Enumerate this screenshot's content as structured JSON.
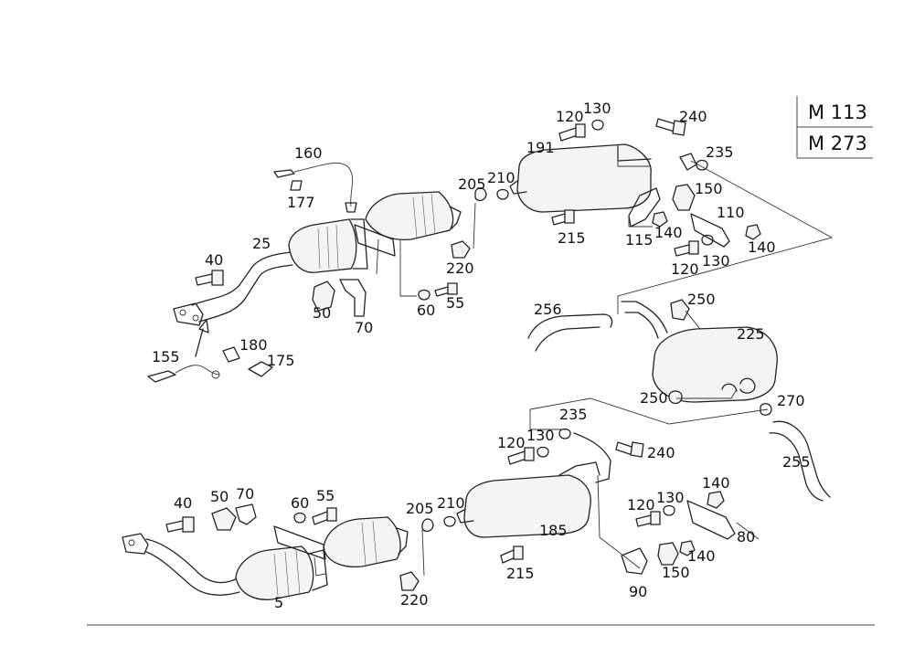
{
  "engine_labels": [
    "M 113",
    "M 273"
  ],
  "callouts": {
    "c5": "5",
    "c25": "25",
    "c40a": "40",
    "c40b": "40",
    "c50a": "50",
    "c50b": "50",
    "c55a": "55",
    "c55b": "55",
    "c60a": "60",
    "c60b": "60",
    "c70a": "70",
    "c70b": "70",
    "c80": "80",
    "c90": "90",
    "c110": "110",
    "c115": "115",
    "c120a": "120",
    "c120b": "120",
    "c120c": "120",
    "c120d": "120",
    "c130a": "130",
    "c130b": "130",
    "c130c": "130",
    "c130d": "130",
    "c140a": "140",
    "c140b": "140",
    "c140c": "140",
    "c140d": "140",
    "c150a": "150",
    "c150b": "150",
    "c155": "155",
    "c160": "160",
    "c175": "175",
    "c177": "177",
    "c180": "180",
    "c185": "185",
    "c191": "191",
    "c205a": "205",
    "c205b": "205",
    "c210a": "210",
    "c210b": "210",
    "c215a": "215",
    "c215b": "215",
    "c220a": "220",
    "c220b": "220",
    "c225": "225",
    "c235a": "235",
    "c235b": "235",
    "c240a": "240",
    "c240b": "240",
    "c250a": "250",
    "c250b": "250",
    "c255": "255",
    "c256": "256",
    "c270": "270"
  }
}
